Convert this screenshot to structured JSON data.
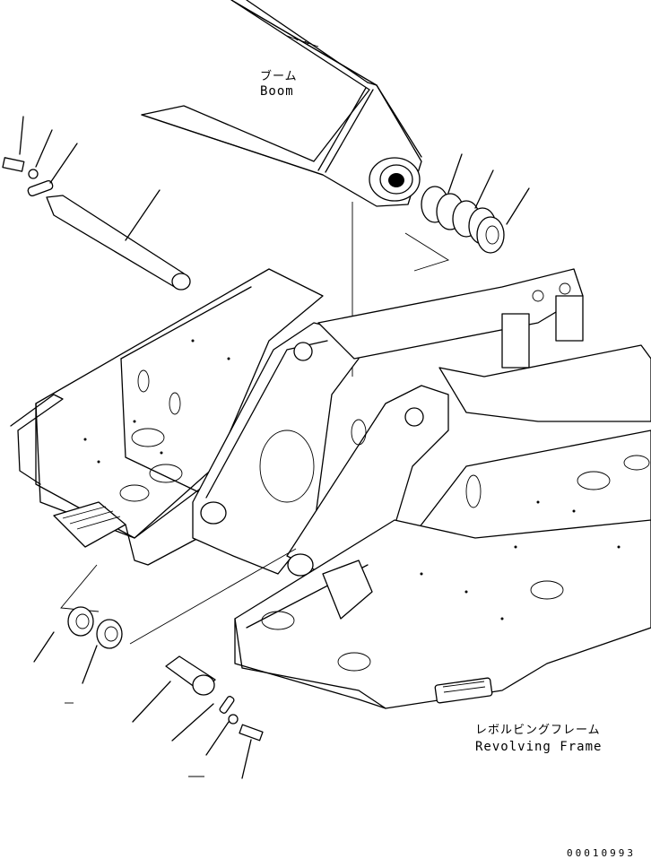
{
  "labels": {
    "boom_jp": "ブーム",
    "boom_en": "Boom",
    "frame_jp": "レボルビングフレーム",
    "frame_en": "Revolving Frame",
    "drawing_number": "00010993"
  }
}
